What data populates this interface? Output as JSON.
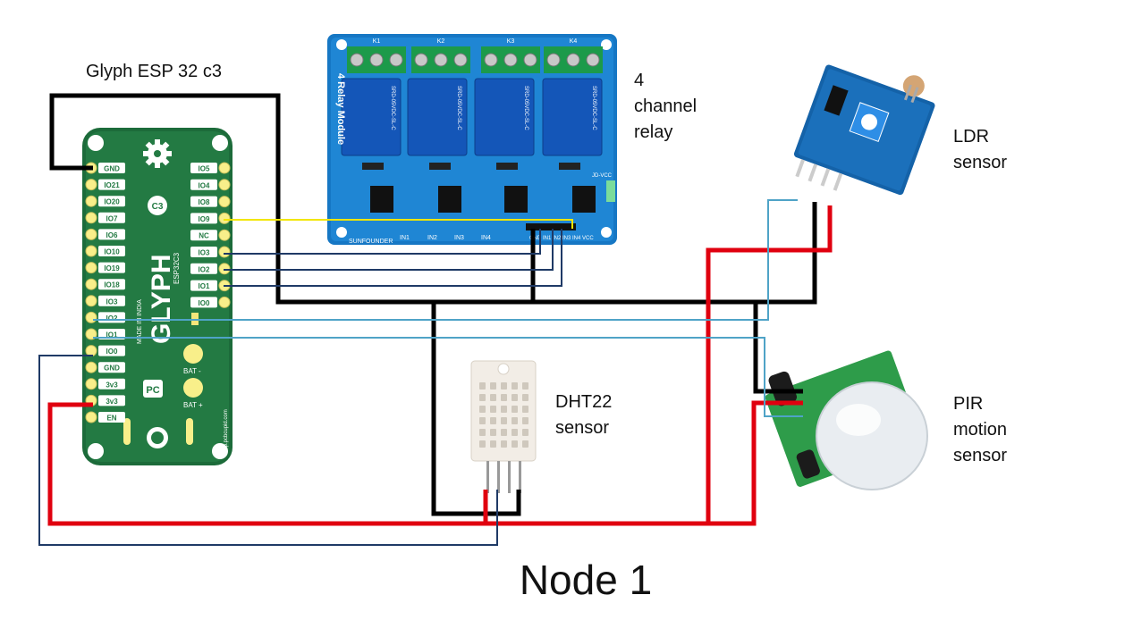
{
  "labels": {
    "board": "Glyph ESP 32 c3",
    "relay": "4\nchannel\nrelay",
    "ldr": "LDR\nsensor",
    "dht": "DHT22\nsensor",
    "pir": "PIR\nmotion\nsensor",
    "node": "Node 1"
  },
  "board": {
    "left_pins": [
      "GND",
      "IO21",
      "IO20",
      "IO7",
      "IO6",
      "IO10",
      "IO19",
      "IO18",
      "IO3",
      "IO2",
      "IO1",
      "IO0",
      "GND",
      "3v3",
      "3v3",
      "EN"
    ],
    "right_pins": [
      "IO5",
      "IO4",
      "IO8",
      "IO9",
      "NC",
      "IO3",
      "IO2",
      "IO1",
      "IO0"
    ],
    "brand": "GLYPH",
    "model": "ESP32C3",
    "made_in": "MADE IN INDIA",
    "bat_minus": "BAT -",
    "bat_plus": "BAT +",
    "website": "shop.pcbcupid.com",
    "chip": "C3",
    "pc_logo": "PC"
  },
  "relay_module": {
    "side_title": "4 Relay Module",
    "relay_tag": "SRD-05VDC-SL-C",
    "inputs": [
      "IN1",
      "IN2",
      "IN3",
      "IN4"
    ],
    "header": "GND IN1 IN2 IN3 IN4 VCC",
    "jd": "JD-VCC",
    "brand": "SUNFOUNDER",
    "channels": [
      "K1",
      "K2",
      "K3",
      "K4"
    ]
  },
  "wire_colors": {
    "ground": "#000000",
    "power": "#e0000f",
    "relay_control": "#1f3a66",
    "relay_io9": "#f2e600",
    "sensor_signal": "#4fa3c7"
  }
}
